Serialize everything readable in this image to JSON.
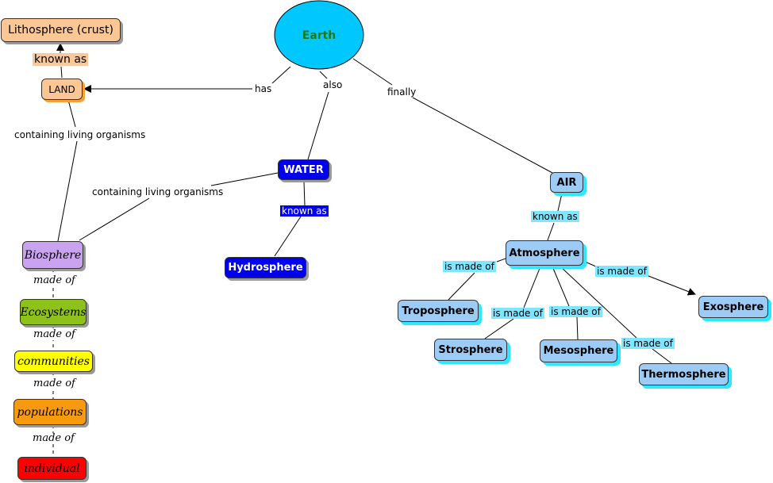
{
  "nodes": {
    "earth": "Earth",
    "lithosphere": "Lithosphere (crust)",
    "land": "LAND",
    "water": "WATER",
    "hydrosphere": "Hydrosphere",
    "air": "AIR",
    "atmosphere": "Atmosphere",
    "troposphere": "Troposphere",
    "strosphere": "Strosphere",
    "mesosphere": "Mesosphere",
    "thermosphere": "Thermosphere",
    "exosphere": "Exosphere",
    "biosphere": "Biosphere",
    "ecosystems": "Ecosystems",
    "communities": "communities",
    "populations": "populations",
    "individual": "individual"
  },
  "links": {
    "known_as_litho": "known as",
    "has": "has",
    "also": "also",
    "finally": "finally",
    "containing_land": "containing living organisms",
    "containing_water": "containing living organisms",
    "known_as_hydro": "known as",
    "known_as_atmo": "known as",
    "is_made_of_tropo": "is made of",
    "is_made_of_strato": "is made of",
    "is_made_of_meso": "is made of",
    "is_made_of_thermo": "is made of",
    "is_made_of_exo": "is made of",
    "made_of_1": "made of",
    "made_of_2": "made of",
    "made_of_3": "made of",
    "made_of_4": "made of"
  },
  "colors": {
    "earth": "#00c8ff",
    "earth_text": "#1a7a1a",
    "land": "#fbc795",
    "water": "#0000ee",
    "air_family": "#9ccbf5",
    "biosphere": "#c9a3f0",
    "ecosystems": "#8ec21a",
    "communities": "#ffff00",
    "populations": "#f89a10",
    "individual": "#ff0000"
  }
}
